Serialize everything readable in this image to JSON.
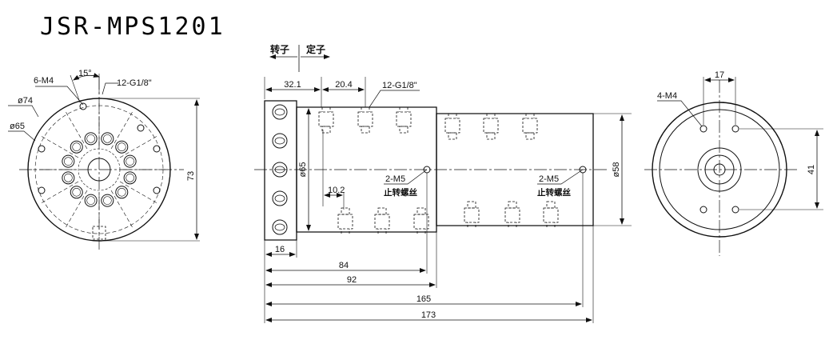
{
  "title": "JSR-MPS1201",
  "front_view": {
    "holes_label": "6-M4",
    "angle_label": "15°",
    "ports_label": "12-G1/8\"",
    "dia_outer": "ø74",
    "dia_pitch": "ø65",
    "height": "73"
  },
  "side_view": {
    "rotor": "转子",
    "stator": "定子",
    "d_32_1": "32.1",
    "d_20_4": "20.4",
    "ports_label": "12-G1/8\"",
    "dia_body": "ø65",
    "d_10_2": "10.2",
    "screw_1": "2-M5",
    "screw_1_cn": "止转螺丝",
    "screw_2": "2-M5",
    "screw_2_cn": "止转螺丝",
    "dia_end": "ø58",
    "d_16": "16",
    "d_84": "84",
    "d_92": "92",
    "d_165": "165",
    "d_173": "173"
  },
  "end_view": {
    "holes_label": "4-M4",
    "d_17": "17",
    "d_41": "41"
  }
}
